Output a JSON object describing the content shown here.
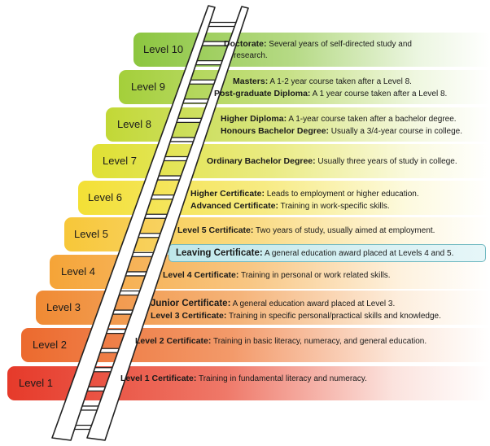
{
  "colors": {
    "level_10": "#8cc63f",
    "level_9": "#a4cf3a",
    "level_8": "#c2d836",
    "level_7": "#dfe033",
    "level_6": "#f3e035",
    "level_5": "#f7c739",
    "level_4": "#f5a437",
    "level_3": "#f08a33",
    "level_2": "#ec6a2e",
    "level_1": "#e63a2a",
    "leaving_box": "#bfe7ea",
    "ladder": "#ffffff"
  },
  "levels": [
    {
      "label": "Level 10",
      "lines": [
        {
          "term": "Doctorate:",
          "text": " Several years of self-directed study and"
        },
        {
          "term": "",
          "text": "research."
        }
      ]
    },
    {
      "label": "Level 9",
      "lines": [
        {
          "term": "Masters:",
          "text": " A 1-2 year course taken after a Level 8."
        },
        {
          "term": "Post-graduate Diploma:",
          "text": " A 1 year course taken after a Level 8."
        }
      ]
    },
    {
      "label": "Level 8",
      "lines": [
        {
          "term": "Higher Diploma:",
          "text": " A 1-year course taken after a bachelor degree."
        },
        {
          "term": "Honours Bachelor Degree:",
          "text": " Usually a 3/4-year course in college."
        }
      ]
    },
    {
      "label": "Level 7",
      "lines": [
        {
          "term": "Ordinary Bachelor Degree:",
          "text": " Usually three years of study in college."
        }
      ]
    },
    {
      "label": "Level 6",
      "lines": [
        {
          "term": "Higher Certificate:",
          "text": " Leads to employment or higher education."
        },
        {
          "term": "Advanced Certificate:",
          "text": " Training in work-specific skills."
        }
      ]
    },
    {
      "label": "Level 5",
      "lines": [
        {
          "term": "Level 5 Certificate:",
          "text": " Two years of study, usually aimed at employment."
        }
      ]
    },
    {
      "label": "Level 4",
      "lines": [
        {
          "term": "Level 4 Certificate:",
          "text": " Training in personal or work related skills."
        }
      ]
    },
    {
      "label": "Level 3",
      "lines": [
        {
          "term": "Junior Certificate:",
          "text": " A general education award placed at Level 3."
        },
        {
          "term": "Level 3 Certificate:",
          "text": " Training in specific personal/practical skills and knowledge."
        }
      ]
    },
    {
      "label": "Level 2",
      "lines": [
        {
          "term": "Level 2 Certificate:",
          "text": " Training in basic literacy, numeracy, and general education."
        }
      ]
    },
    {
      "label": "Level 1",
      "lines": [
        {
          "term": "Level 1 Certificate:",
          "text": " Training in fundamental literacy and numeracy."
        }
      ]
    }
  ],
  "leaving": {
    "term": "Leaving Certificate:",
    "text": " A general education award placed at Levels 4 and 5."
  }
}
